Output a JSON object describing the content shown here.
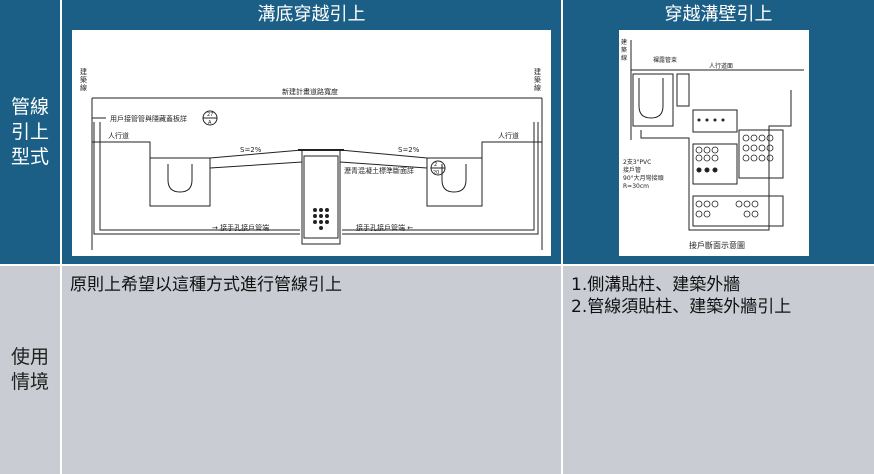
{
  "header": {
    "col1": "溝底穿越引上",
    "col2": "穿越溝壁引上"
  },
  "rows": {
    "type_label": "管線\n引上\n型式",
    "usage_label": "使用\n情境"
  },
  "usage": {
    "col1": "原則上希望以這種方式進行管線引上",
    "col2": "1.側溝貼柱、建築外牆\n2.管線須貼柱、建築外牆引上"
  },
  "diagram1": {
    "building_line_left": "建\n築\n線",
    "building_line_right": "建\n築\n線",
    "road_width": "新建計畫道路寬度",
    "user_pipe_cover": "用戶接管管與隱藏蓋板詳",
    "detail_ref_1_top": "27",
    "detail_ref_1_bottom": "A",
    "sidewalk_left": "人行道",
    "sidewalk_right": "人行道",
    "slope_left": "S=2%",
    "slope_right": "S=2%",
    "asphalt_section": "瀝青混凝土標準斷面詳",
    "detail_ref_2_top": "2",
    "detail_ref_2_bottom": "20",
    "handhole_left": "→ 接手孔接戶管端",
    "handhole_right": "接手孔接戶管端 ←"
  },
  "diagram2": {
    "building_line": "建\n築\n線",
    "bare_riser": "裸露管束",
    "sidewalk_surface": "人行道面",
    "pvc_note": "2支3\"PVC\n接戶管\n90°大月彎接頭\nR=30cm",
    "caption": "接戶斷面示意圖"
  }
}
